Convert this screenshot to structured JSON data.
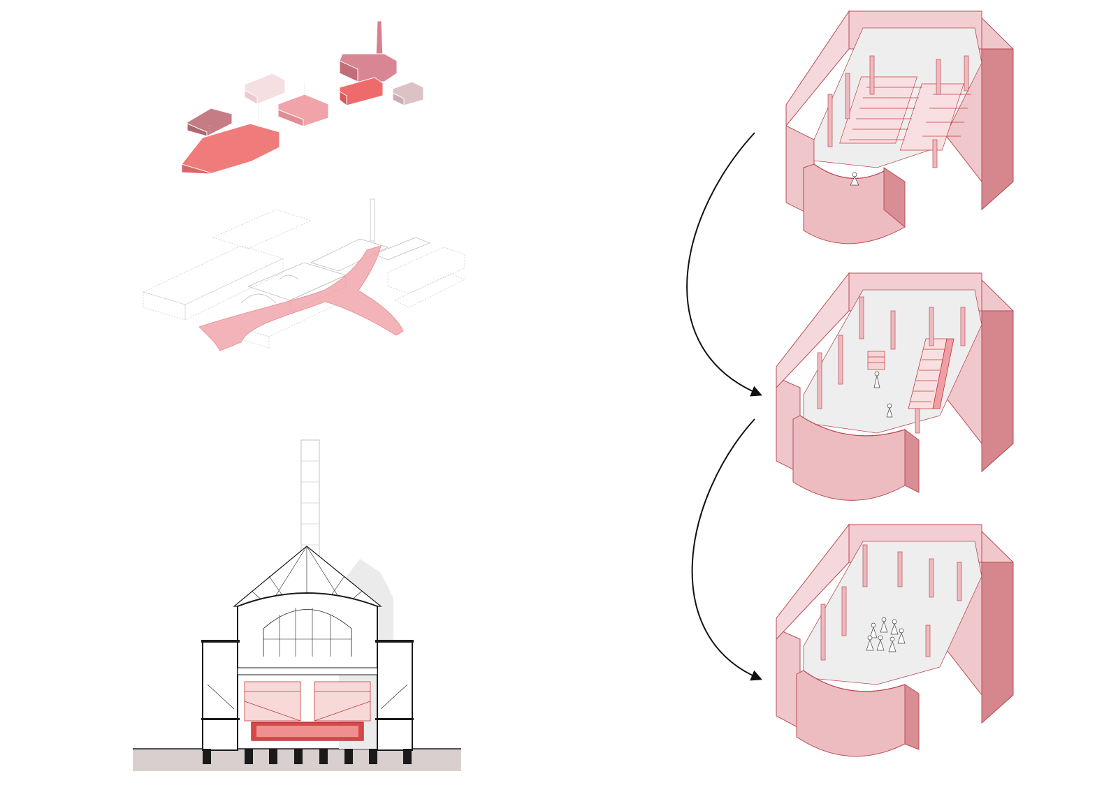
{
  "colors": {
    "accent_red": "#e77a7a",
    "light_pink": "#efc9cd",
    "pale_pink": "#f3dde0",
    "mauve": "#c98a90",
    "deep_red": "#c23a3a",
    "shadow_pink": "#d58a8f",
    "line": "#1a1a1a",
    "ground": "#d8cfcf",
    "floor_grey": "#e9e9e9"
  },
  "panels": {
    "massing": {
      "kind": "exploded-axonometric-massing",
      "blocks": 7
    },
    "site_plan": {
      "kind": "axonometric-site-with-public-path"
    },
    "section": {
      "kind": "building-cross-section"
    },
    "volumes": [
      {
        "id": "configuration-1",
        "use": "seated-auditorium"
      },
      {
        "id": "configuration-2",
        "use": "stepped-platform"
      },
      {
        "id": "configuration-3",
        "use": "open-floor-gathering"
      }
    ],
    "arrows": [
      {
        "from": "configuration-1",
        "to": "configuration-2"
      },
      {
        "from": "configuration-2",
        "to": "configuration-3"
      }
    ]
  }
}
